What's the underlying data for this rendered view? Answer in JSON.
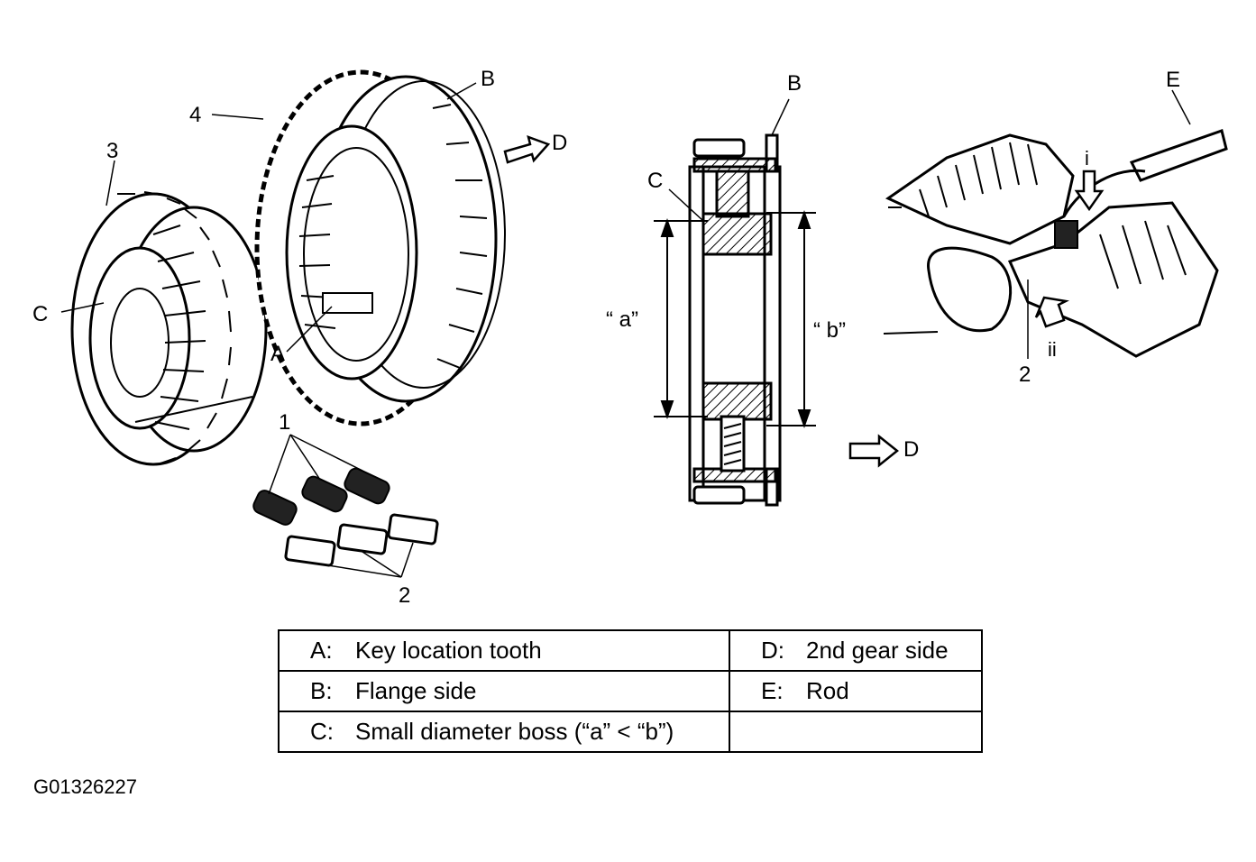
{
  "callouts": {
    "n1": "1",
    "n2": "2",
    "n3": "3",
    "n4": "4",
    "A": "A",
    "B": "B",
    "C": "C",
    "D": "D",
    "E": "E",
    "a": "“ a”",
    "b": "“ b”",
    "i": "i",
    "ii": "ii"
  },
  "legend": [
    {
      "key": "A:",
      "text": "Key location tooth"
    },
    {
      "key": "D:",
      "text": "2nd gear side"
    },
    {
      "key": "B:",
      "text": "Flange side"
    },
    {
      "key": "E:",
      "text": "Rod"
    },
    {
      "key": "C:",
      "text": "Small diameter boss (“a” < “b”)"
    }
  ],
  "figure_id": "G01326227"
}
